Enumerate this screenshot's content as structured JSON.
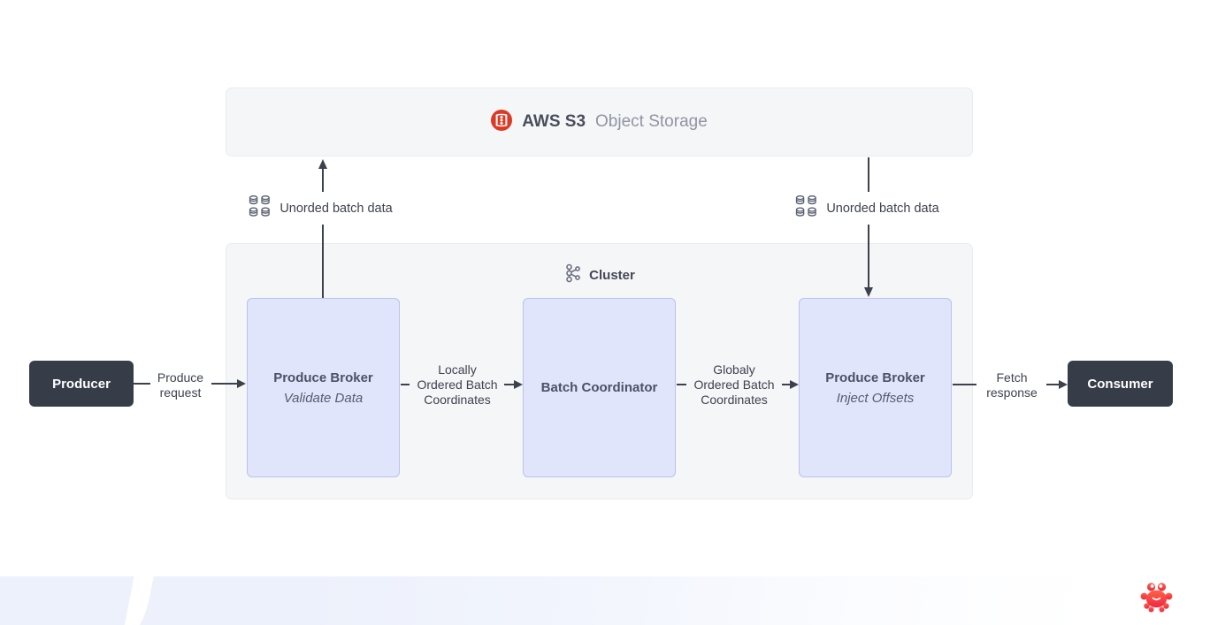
{
  "storage_bar": {
    "brand": "AWS S3",
    "label": "Object Storage",
    "icon": "s3-bucket-icon"
  },
  "cluster": {
    "label": "Cluster",
    "icon": "cluster-topology-icon"
  },
  "nodes": {
    "producer": {
      "label": "Producer"
    },
    "broker_validate": {
      "title": "Produce Broker",
      "subtitle": "Validate Data"
    },
    "coordinator": {
      "title": "Batch Coordinator"
    },
    "broker_inject": {
      "title": "Produce Broker",
      "subtitle": "Inject Offsets"
    },
    "consumer": {
      "label": "Consumer"
    }
  },
  "edges": {
    "produce_request": {
      "label": "Produce\nrequest"
    },
    "locally_ordered": {
      "label": "Locally\nOrdered Batch\nCoordinates"
    },
    "globally_ordered": {
      "label": "Globaly\nOrdered Batch\nCoordinates"
    },
    "fetch_response": {
      "label": "Fetch\nresponse"
    },
    "unordered_batch_left": {
      "label": "Unorded batch data",
      "icon": "database-grid-icon"
    },
    "unordered_batch_right": {
      "label": "Unorded batch data",
      "icon": "database-grid-icon"
    }
  },
  "footer": {
    "mascot_icon": "crab-icon"
  },
  "colors": {
    "canvas_bg": "#ffffff",
    "container_bg": "#f5f6f8",
    "container_border": "#e9ebef",
    "node_bg": "#e0e5fb",
    "node_border": "#b9c2ef",
    "endpoint_bg": "#363c48",
    "endpoint_text": "#ffffff",
    "arrow": "#3b414d",
    "s3_icon_red": "#da3b26",
    "crab_red": "#f4483c",
    "footer_tint": "#edf1fb"
  }
}
